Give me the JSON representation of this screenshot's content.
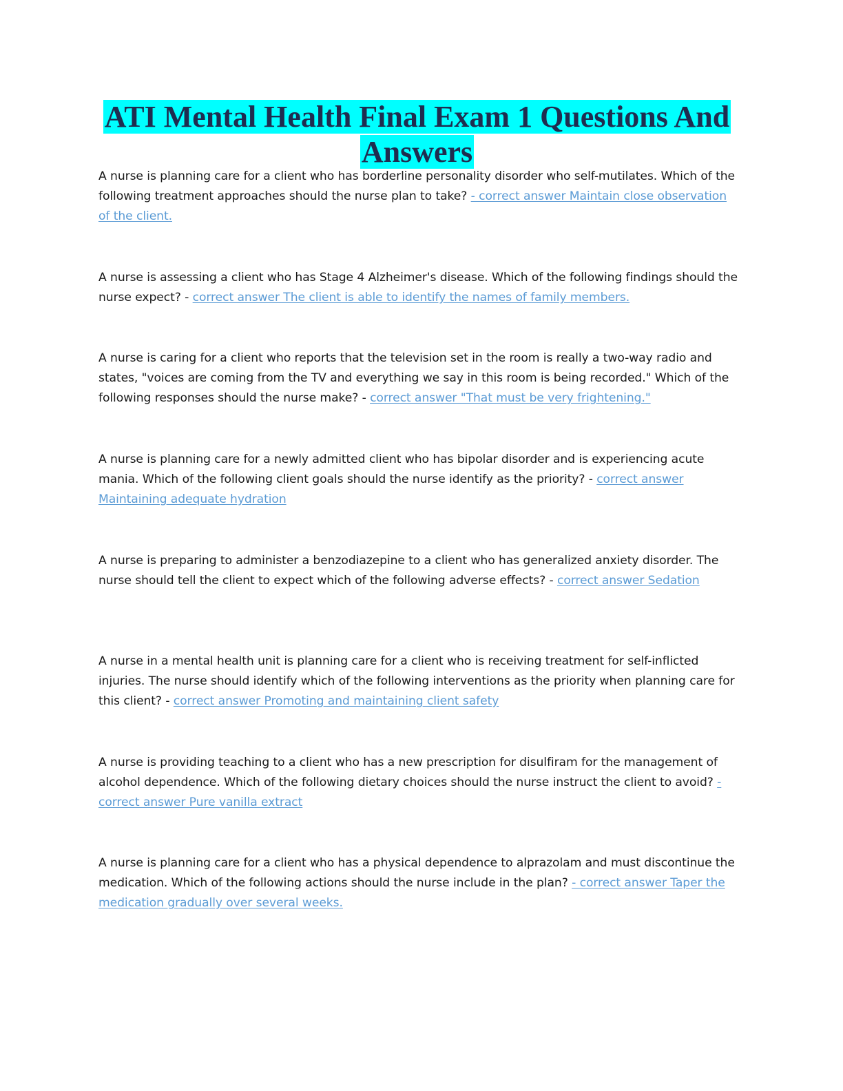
{
  "document": {
    "title": "ATI Mental Health Final Exam 1 Questions And Answers",
    "items": [
      {
        "question": " A nurse is planning care for a client who has borderline personality disorder who self-mutilates. Which of the following treatment approaches should the nurse plan to take? ",
        "answer": "- correct answer Maintain close observation of the client."
      },
      {
        "question": "A nurse is assessing a client who has Stage 4 Alzheimer's disease. Which of the following findings should the nurse expect? - ",
        "answer": "correct answer The client is able to identify the names of family members."
      },
      {
        "question": "A nurse is caring for a client who reports that the television set in the room is really a two-way radio and states, \"voices are coming from the TV and everything we say in this room is being recorded.\" Which of the following responses should the nurse make? - ",
        "answer": "correct answer \"That must be very frightening.\""
      },
      {
        "question": "A nurse is planning care for a newly admitted client who has bipolar disorder and is experiencing acute mania. Which of the following client goals should the nurse identify as the priority? - ",
        "answer": "correct answer Maintaining adequate hydration"
      },
      {
        "question": "A nurse is preparing to administer a benzodiazepine to a client who has generalized anxiety disorder. The nurse should tell the client to expect which of the following adverse effects? - ",
        "answer": "correct answer Sedation"
      },
      {
        "question": "A nurse in a mental health unit is planning care for a client who is receiving treatment for self-inflicted injuries. The nurse should identify which of the following interventions as the priority when planning care for this client? - ",
        "answer": "correct answer Promoting and maintaining client safety"
      },
      {
        "question": "A nurse is providing teaching to a client who has a new prescription for disulfiram for the management of alcohol dependence. Which of the following dietary choices should the nurse instruct the client to avoid? ",
        "answer": "- correct answer Pure vanilla extract"
      },
      {
        "question": "A nurse is planning care for a client who has a physical dependence to alprazolam and must discontinue the medication. Which of the following actions should the nurse include in the plan? ",
        "answer": "- correct answer Taper the medication gradually over several weeks."
      }
    ]
  }
}
